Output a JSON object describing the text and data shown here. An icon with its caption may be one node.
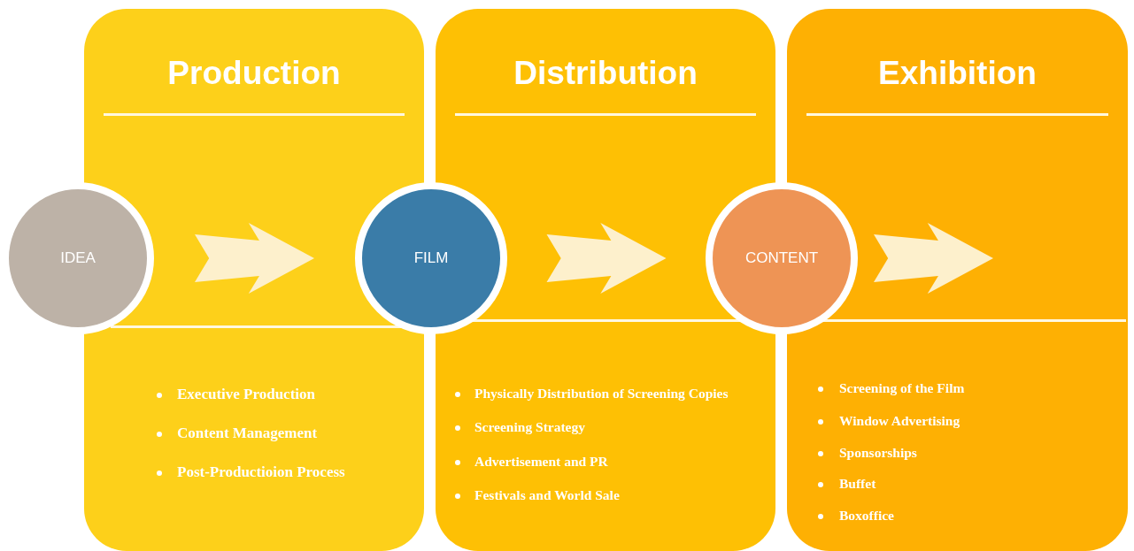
{
  "diagram": {
    "nodes": [
      {
        "text": [
          "Production",
          "Executive Production",
          "Content Management",
          "Post-Productioion Process"
        ]
      },
      {
        "text": [
          "Distribution",
          "Physically Distribution of Screening Copies",
          "Screening Strategy",
          "Advertisement and PR",
          "Festivals and World Sale"
        ]
      },
      {
        "text": [
          "Exhibition",
          "Screening of the Film",
          "Window Advertising",
          "Sponsorships",
          "Buffet",
          "Boxoffice"
        ]
      },
      {
        "text": [
          "IDEA"
        ]
      },
      {
        "text": [
          "FILM"
        ]
      },
      {
        "text": [
          "CONTENT"
        ]
      }
    ],
    "edges": [
      {
        "from": 3,
        "to": 4,
        "arrow": "to"
      },
      {
        "from": 4,
        "to": 5,
        "arrow": "to"
      },
      {
        "from": 5,
        "to": null,
        "arrow": "to"
      }
    ]
  }
}
